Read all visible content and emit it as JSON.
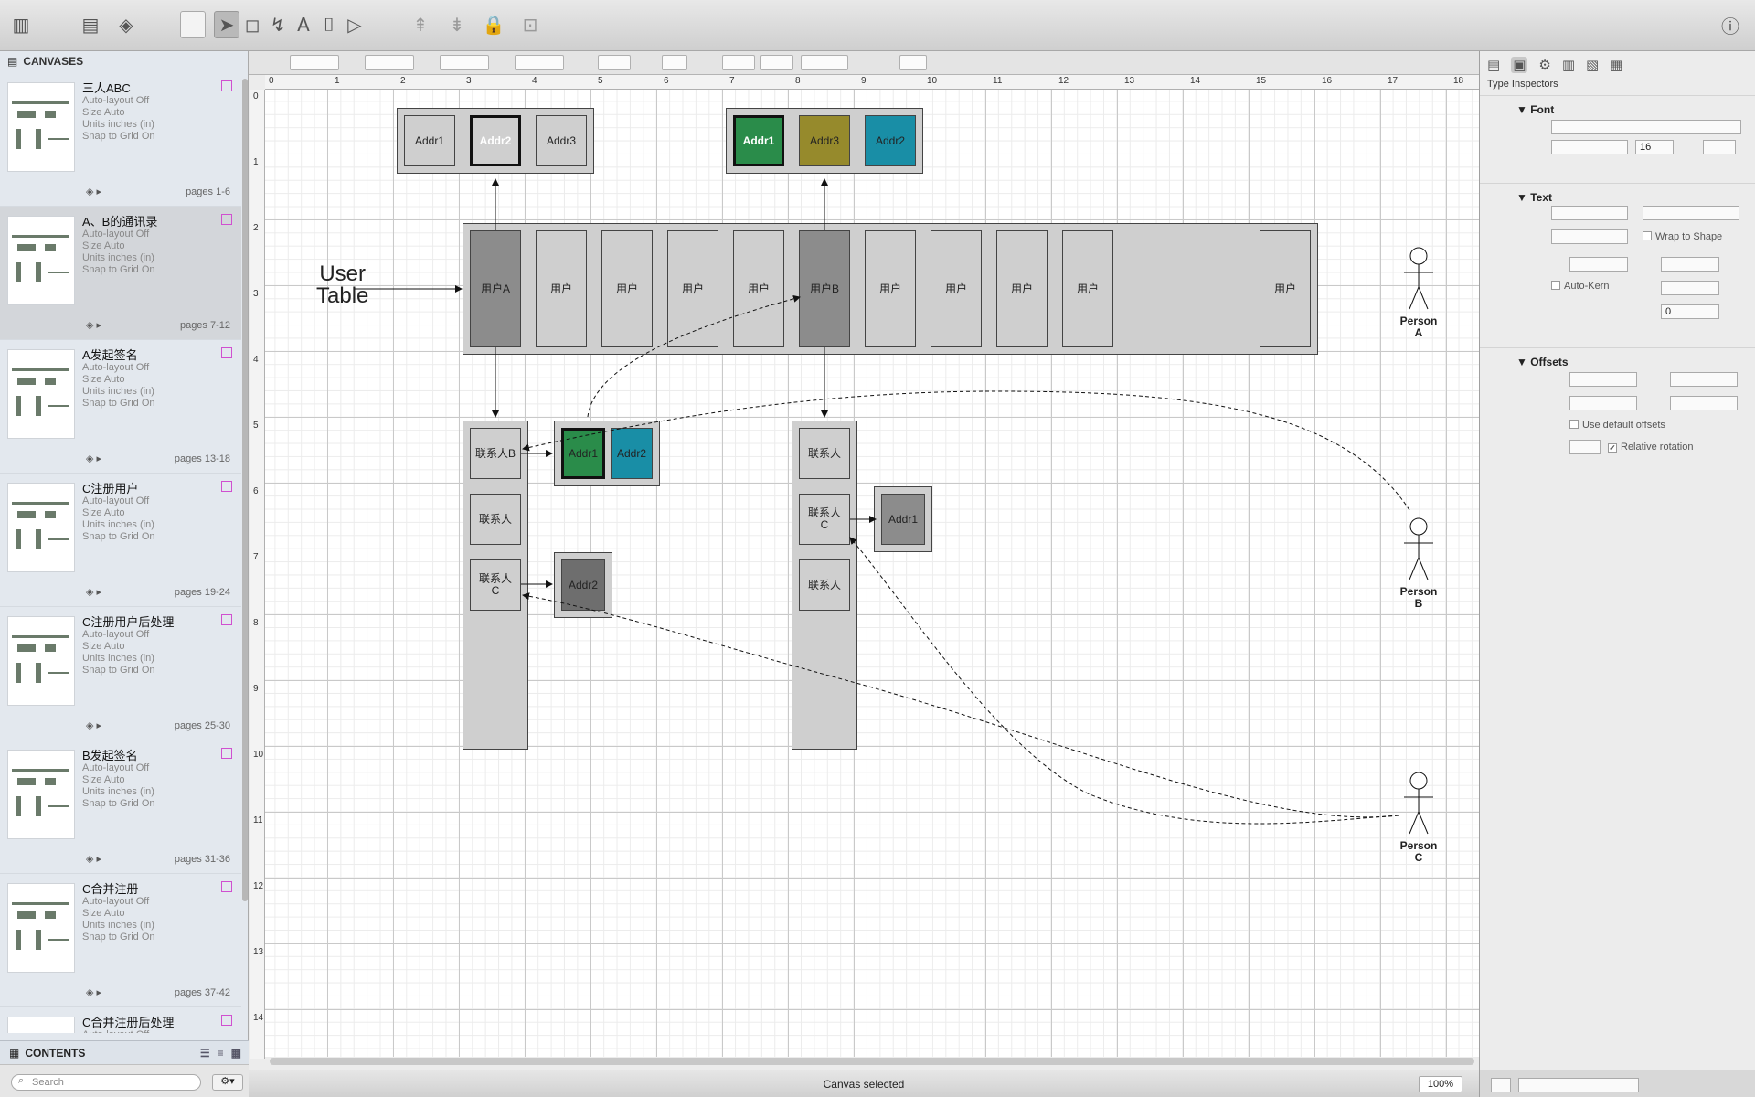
{
  "sidebar": {
    "title": "CANVASES",
    "canvases": [
      {
        "name": "三人ABC",
        "autolayout": "Auto-layout Off",
        "size": "Size Auto",
        "units": "Units inches (in)",
        "snap": "Snap to Grid On",
        "pages": "pages 1-6"
      },
      {
        "name": "A、B的通讯录",
        "autolayout": "Auto-layout Off",
        "size": "Size Auto",
        "units": "Units inches (in)",
        "snap": "Snap to Grid On",
        "pages": "pages 7-12"
      },
      {
        "name": "A发起签名",
        "autolayout": "Auto-layout Off",
        "size": "Size Auto",
        "units": "Units inches (in)",
        "snap": "Snap to Grid On",
        "pages": "pages 13-18"
      },
      {
        "name": "C注册用户",
        "autolayout": "Auto-layout Off",
        "size": "Size Auto",
        "units": "Units inches (in)",
        "snap": "Snap to Grid On",
        "pages": "pages 19-24"
      },
      {
        "name": "C注册用户后处理",
        "autolayout": "Auto-layout Off",
        "size": "Size Auto",
        "units": "Units inches (in)",
        "snap": "Snap to Grid On",
        "pages": "pages 25-30"
      },
      {
        "name": "B发起签名",
        "autolayout": "Auto-layout Off",
        "size": "Size Auto",
        "units": "Units inches (in)",
        "snap": "Snap to Grid On",
        "pages": "pages 31-36"
      },
      {
        "name": "C合并注册",
        "autolayout": "Auto-layout Off",
        "size": "Size Auto",
        "units": "Units inches (in)",
        "snap": "Snap to Grid On",
        "pages": "pages 37-42"
      },
      {
        "name": "C合并注册后处理",
        "autolayout": "Auto-layout Off",
        "size": "",
        "units": "",
        "snap": "",
        "pages": ""
      }
    ],
    "contents_label": "CONTENTS",
    "search_placeholder": "Search"
  },
  "ruler": {
    "top": [
      "0",
      "1",
      "2",
      "3",
      "4",
      "5",
      "6",
      "7",
      "8",
      "9",
      "10",
      "11",
      "12",
      "13",
      "14",
      "15",
      "16",
      "17",
      "18"
    ],
    "left": [
      "0",
      "1",
      "2",
      "3",
      "4",
      "5",
      "6",
      "7",
      "8",
      "9",
      "10",
      "11",
      "12",
      "13",
      "14"
    ]
  },
  "status": {
    "text": "Canvas selected",
    "zoom": "100%"
  },
  "inspector": {
    "title": "Type Inspectors",
    "font": {
      "header": "Font",
      "size": "16"
    },
    "text": {
      "header": "Text",
      "wrap": "Wrap to Shape",
      "autokern": "Auto-Kern",
      "baseline": "0"
    },
    "offsets": {
      "header": "Offsets",
      "use_default": "Use default offsets",
      "relative_rotation": "Relative rotation"
    }
  },
  "diagram": {
    "addr_box_left": [
      "Addr1",
      "Addr2",
      "Addr3"
    ],
    "addr_box_right": [
      "Addr1",
      "Addr3",
      "Addr2"
    ],
    "user_table_label": "User\nTable",
    "users": [
      "用户A",
      "用户",
      "用户",
      "用户",
      "用户",
      "用户B",
      "用户",
      "用户",
      "用户",
      "用户",
      "用户"
    ],
    "contacts_a": [
      "联系人B",
      "联系人",
      "联系人\nC"
    ],
    "contacts_b": [
      "联系人",
      "联系人\nC",
      "联系人"
    ],
    "contact_a_addrs": [
      "Addr1",
      "Addr2"
    ],
    "contact_a_c_addr": "Addr2",
    "contact_b_c_addr": "Addr1",
    "persons": [
      "Person\nA",
      "Person\nB",
      "Person\nC"
    ],
    "colors": {
      "green": "#2a8c4a",
      "olive": "#968a2c",
      "teal": "#198ea6",
      "gray_user": "#8c8c8c",
      "gray_light": "#cfcfcf",
      "gray_dark": "#6e6e6e"
    }
  }
}
